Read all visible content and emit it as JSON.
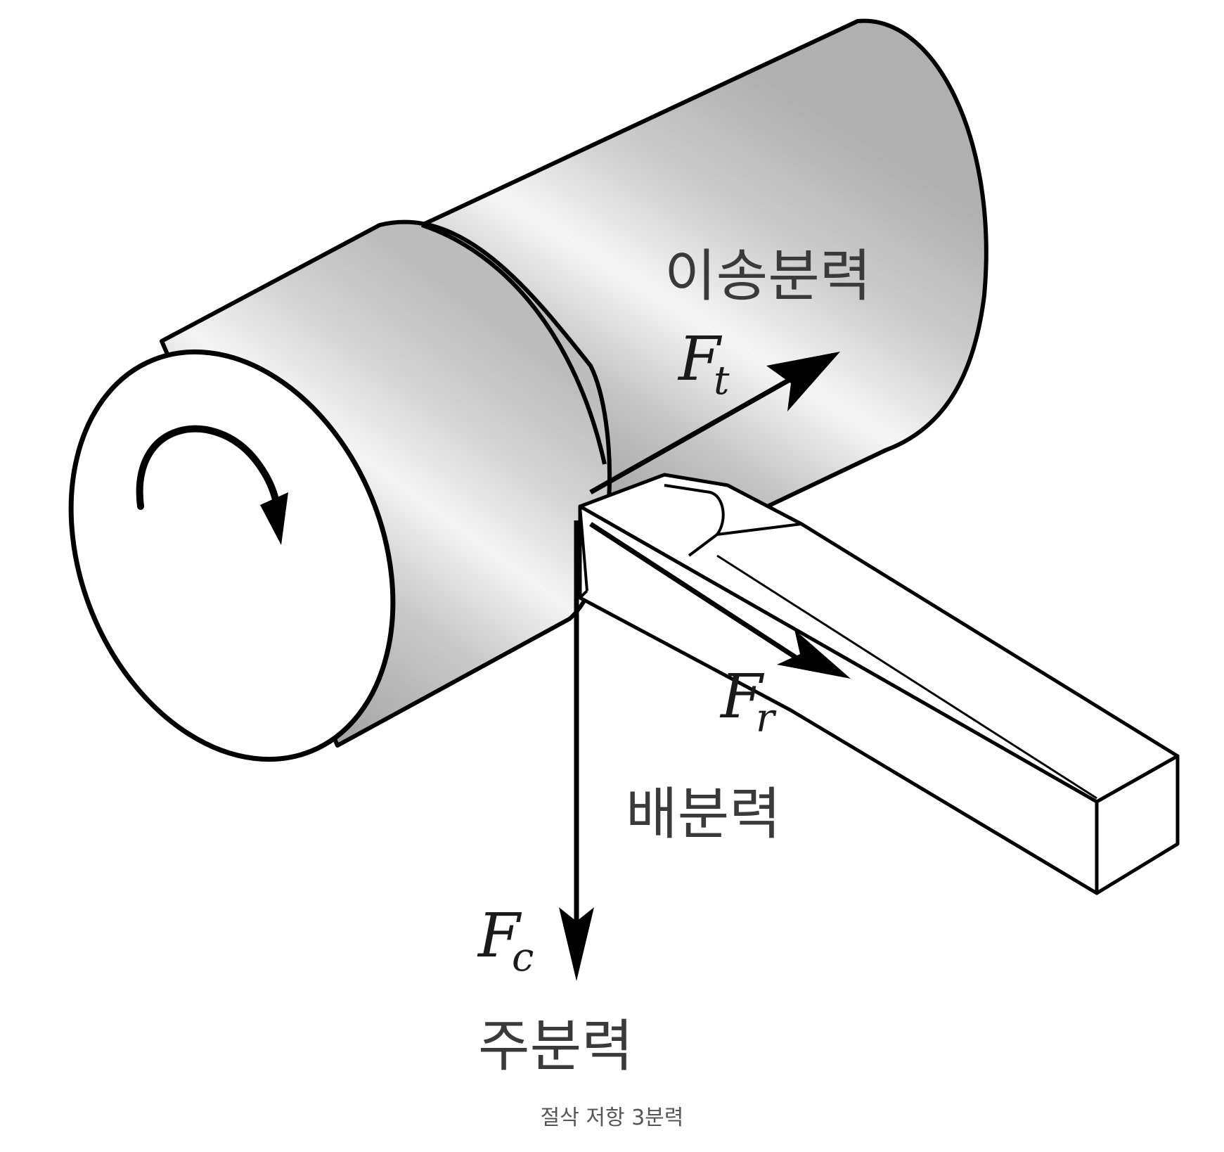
{
  "labels": {
    "feed_force": "이송분력",
    "radial_force": "배분력",
    "main_force": "주분력",
    "ft_main": "F",
    "ft_sub": "t",
    "fr_main": "F",
    "fr_sub": "r",
    "fc_main": "F",
    "fc_sub": "c"
  },
  "caption": "절삭 저항 3분력",
  "colors": {
    "stroke": "#000000",
    "body_light": "#f4f4f4",
    "body_mid": "#cfcfcf",
    "body_dark": "#9a9a9a",
    "face": "#ffffff"
  }
}
